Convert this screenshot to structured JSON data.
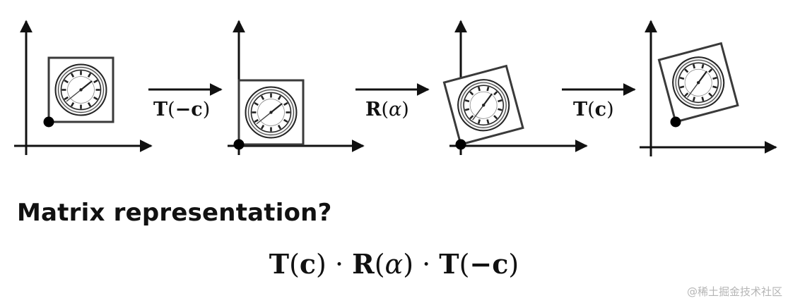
{
  "operations": [
    {
      "op": "T",
      "open": "(",
      "arg": "−c",
      "close": ")"
    },
    {
      "op": "R",
      "open": "(",
      "arg": "α",
      "close": ")"
    },
    {
      "op": "T",
      "open": "(",
      "arg": "c",
      "close": ")"
    }
  ],
  "steps": [
    {
      "rotation_deg": 0,
      "translated": false
    },
    {
      "rotation_deg": 0,
      "translated": true
    },
    {
      "rotation_deg": -15,
      "translated": true
    },
    {
      "rotation_deg": -15,
      "translated": false
    }
  ],
  "heading": "Matrix representation?",
  "formula": {
    "t1_op": "T",
    "t1_open": "(",
    "t1_arg": "c",
    "t1_close": ")",
    "dot1": " · ",
    "r_op": "R",
    "r_open": "(",
    "r_arg": "α",
    "r_close": ")",
    "dot2": " · ",
    "t2_op": "T",
    "t2_open": "(",
    "t2_arg": "−c",
    "t2_close": ")"
  },
  "watermark": "@稀土掘金技术社区",
  "colors": {
    "ink": "#111111",
    "box": "#3a3a3a",
    "watermark": "#b5b5b5"
  }
}
